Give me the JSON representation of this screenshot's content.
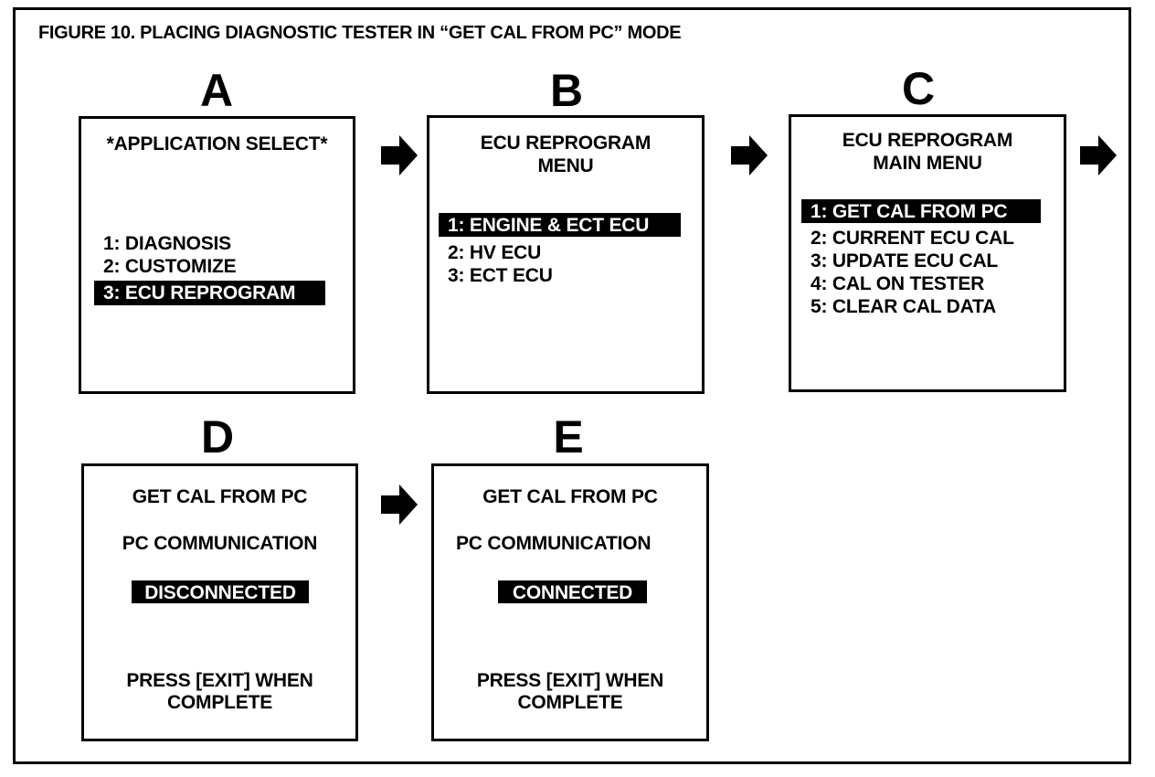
{
  "figure_title": "FIGURE 10.  PLACING DIAGNOSTIC TESTER IN “GET CAL FROM PC” MODE",
  "panels": {
    "a": {
      "letter": "A",
      "header": "*APPLICATION SELECT*",
      "items": [
        "1:  DIAGNOSIS",
        "2:  CUSTOMIZE",
        "3:  ECU REPROGRAM"
      ],
      "selected_index": 2
    },
    "b": {
      "letter": "B",
      "header_line1": "ECU REPROGRAM",
      "header_line2": "MENU",
      "items": [
        "1:  ENGINE & ECT ECU",
        "2:  HV ECU",
        "3:  ECT ECU"
      ],
      "selected_index": 0
    },
    "c": {
      "letter": "C",
      "header_line1": "ECU REPROGRAM",
      "header_line2": "MAIN MENU",
      "items": [
        "1:  GET CAL FROM PC",
        "2:  CURRENT ECU CAL",
        "3:  UPDATE ECU CAL",
        "4:  CAL ON TESTER",
        "5:  CLEAR CAL DATA"
      ],
      "selected_index": 0
    },
    "d": {
      "letter": "D",
      "line1": "GET CAL FROM PC",
      "line2": "PC COMMUNICATION",
      "status": "DISCONNECTED",
      "footer_line1": "PRESS [EXIT] WHEN",
      "footer_line2": "COMPLETE"
    },
    "e": {
      "letter": "E",
      "line1": "GET CAL FROM PC",
      "line2": "PC COMMUNICATION",
      "status": "CONNECTED",
      "footer_line1": "PRESS [EXIT] WHEN",
      "footer_line2": "COMPLETE"
    }
  },
  "arrows": [
    "arrow-right-icon",
    "arrow-right-icon",
    "arrow-right-icon",
    "arrow-right-icon"
  ]
}
